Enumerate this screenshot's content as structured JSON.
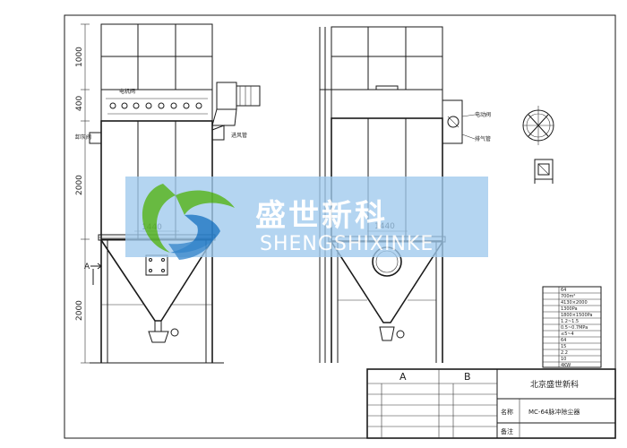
{
  "drawing": {
    "dims_left": [
      "1000",
      "400",
      "2000",
      "2000"
    ],
    "width_dim": "1440",
    "section_mark": "A",
    "callouts": {
      "left_top": "电机阀",
      "left_mid_1": "卸灰阀",
      "left_mid_2": "进风管",
      "right_1": "电动阀",
      "right_2": "排气管"
    }
  },
  "watermark": {
    "brand_cn": "盛世新科",
    "brand_en": "SHENGSHIXINKE",
    "colors": {
      "band": "#9fc9ec",
      "logo_green": "#5cb531",
      "logo_blue": "#2c7fc8"
    }
  },
  "spec_table": {
    "rows": [
      "64",
      "700m²",
      "4130×2000",
      "1300Pa",
      "1800×1500Pa",
      "1.2~1.5",
      "0.5~0.7MPa",
      "≤5~4",
      "64",
      "15",
      "2.2",
      "10",
      "4KW"
    ]
  },
  "title_block": {
    "col_a": "A",
    "col_b": "B",
    "company": "北京盛世新科",
    "name_label": "名称",
    "name_value": "MC-64脉冲除尘器",
    "remark_label": "备注"
  }
}
